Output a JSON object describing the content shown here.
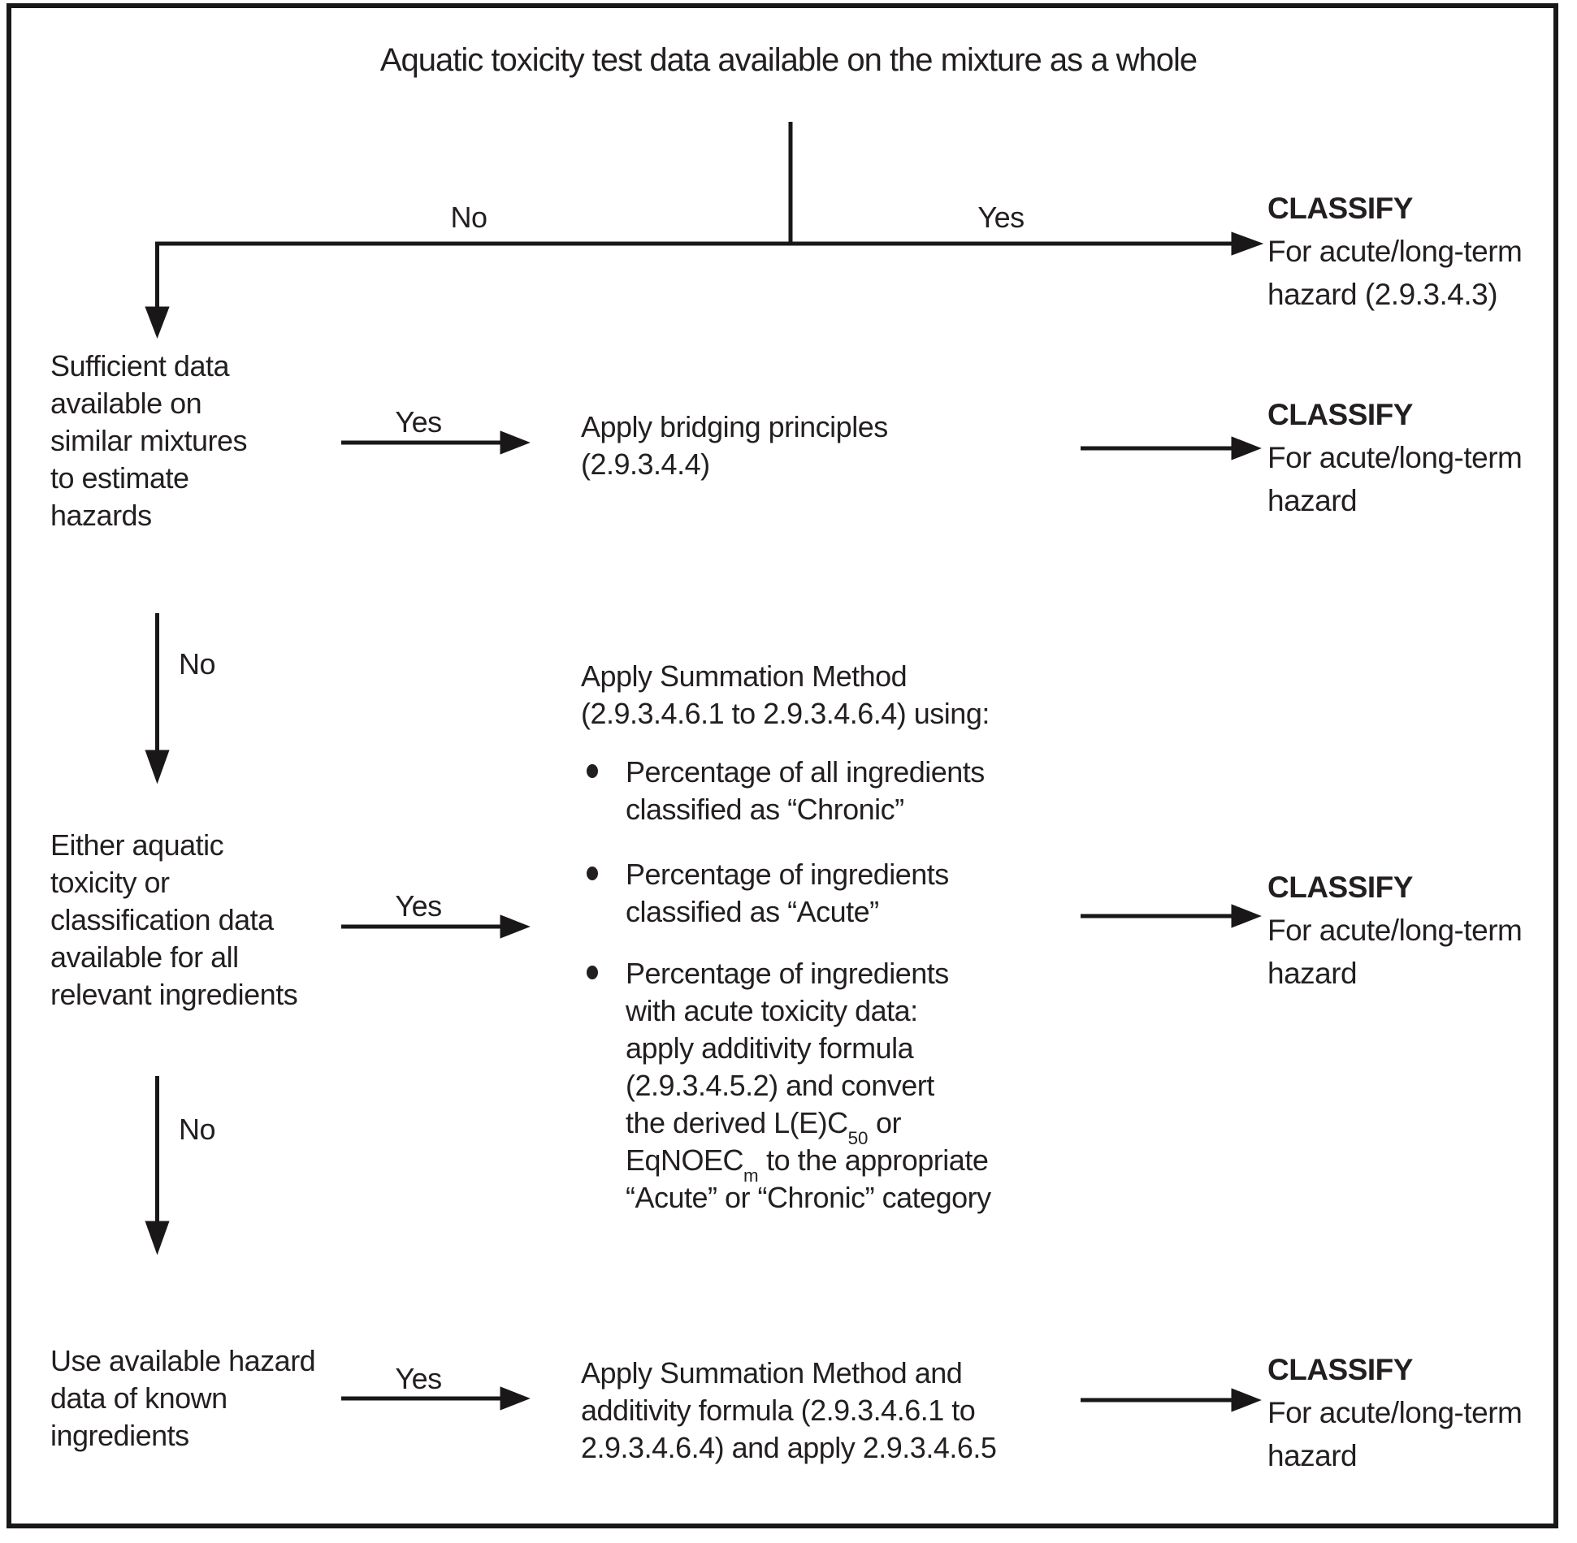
{
  "diagram": {
    "title": "Aquatic toxicity test data available on the mixture as a whole",
    "colors": {
      "ink": "#231f20",
      "background": "#ffffff"
    },
    "branch_labels": {
      "top_no": "No",
      "top_yes": "Yes",
      "node1_yes": "Yes",
      "node1_no": "No",
      "node2_yes": "Yes",
      "node2_no": "No",
      "node3_yes": "Yes"
    },
    "decisions": {
      "node1": {
        "lines": [
          "Sufficient data",
          "available on",
          "similar mixtures",
          "to estimate",
          "hazards"
        ]
      },
      "node2": {
        "lines": [
          "Either aquatic",
          "toxicity or",
          "classification data",
          "available for all",
          "relevant ingredients"
        ]
      },
      "node3": {
        "lines": [
          "Use available hazard",
          "data of known",
          "ingredients"
        ]
      }
    },
    "actions": {
      "bridging": {
        "lines": [
          "Apply bridging principles",
          "(2.9.3.4.4)"
        ]
      },
      "summation": {
        "header_lines": [
          "Apply Summation Method",
          "(2.9.3.4.6.1 to 2.9.3.4.6.4) using:"
        ],
        "bullets": [
          {
            "lines": [
              "Percentage of all ingredients",
              "classified as “Chronic”"
            ]
          },
          {
            "lines": [
              "Percentage of ingredients",
              "classified as “Acute”"
            ]
          },
          {
            "lines": [
              "Percentage of ingredients",
              "with acute toxicity data:",
              "apply additivity formula",
              "(2.9.3.4.5.2) and convert",
              "the derived L(E)C_{50} or",
              "EqNOEC_{m} to the appropriate",
              "“Acute” or “Chronic” category"
            ]
          }
        ]
      },
      "summation_additivity": {
        "lines": [
          "Apply Summation Method and",
          "additivity formula (2.9.3.4.6.1 to",
          "2.9.3.4.6.4) and apply 2.9.3.4.6.5"
        ]
      }
    },
    "outcomes": {
      "classify1": {
        "title": "CLASSIFY",
        "lines": [
          "For acute/long-term",
          "hazard (2.9.3.4.3)"
        ]
      },
      "classify2": {
        "title": "CLASSIFY",
        "lines": [
          "For acute/long-term",
          "hazard"
        ]
      },
      "classify3": {
        "title": "CLASSIFY",
        "lines": [
          "For acute/long-term",
          "hazard"
        ]
      },
      "classify4": {
        "title": "CLASSIFY",
        "lines": [
          "For acute/long-term",
          "hazard"
        ]
      }
    }
  }
}
